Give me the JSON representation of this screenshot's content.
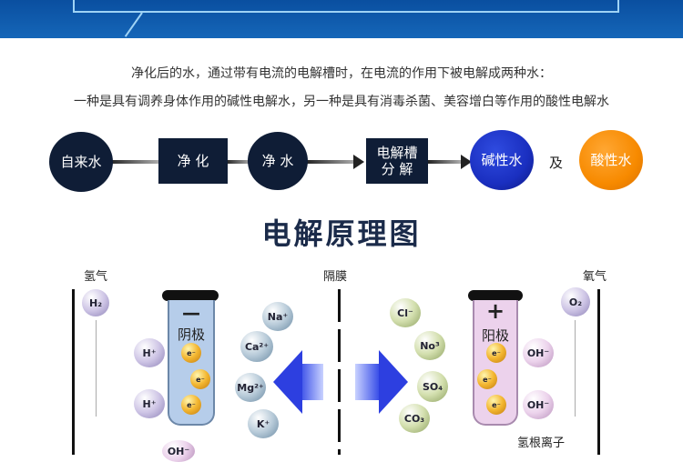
{
  "intro": {
    "line1": "净化后的水，通过带有电流的电解槽时，在电流的作用下被电解成两种水：",
    "line2": "一种是具有调养身体作用的碱性电解水，另一种是具有消毒杀菌、美容增白等作用的酸性电解水"
  },
  "flow": {
    "tap_water": "自来水",
    "purify": "净 化",
    "pure_water": "净 水",
    "electrolysis": "电解槽\n分 解",
    "alkaline": "碱性水",
    "and": "及",
    "acidic": "酸性水",
    "colors": {
      "alkaline": "#1a2fc0",
      "acidic": "#f78a00",
      "dark": "#0f1d36"
    }
  },
  "diagram": {
    "title": "电解原理图",
    "hydrogen": "氢气",
    "membrane": "隔膜",
    "oxygen": "氧气",
    "cathode": {
      "sign": "—",
      "label": "阴极"
    },
    "anode": {
      "sign": "+",
      "label": "阳极"
    },
    "hydroxide_label": "氢根离子",
    "ions": {
      "h2": "H₂",
      "na": "Na⁺",
      "ca": "Ca²⁺",
      "mg": "Mg²⁺",
      "k": "K⁺",
      "hplus": "H⁺",
      "e": "e⁻",
      "oh": "OH⁻",
      "cl": "Cl⁻",
      "no3": "No³",
      "so4": "SO₄",
      "co3": "CO₃",
      "o2": "O₂"
    }
  }
}
